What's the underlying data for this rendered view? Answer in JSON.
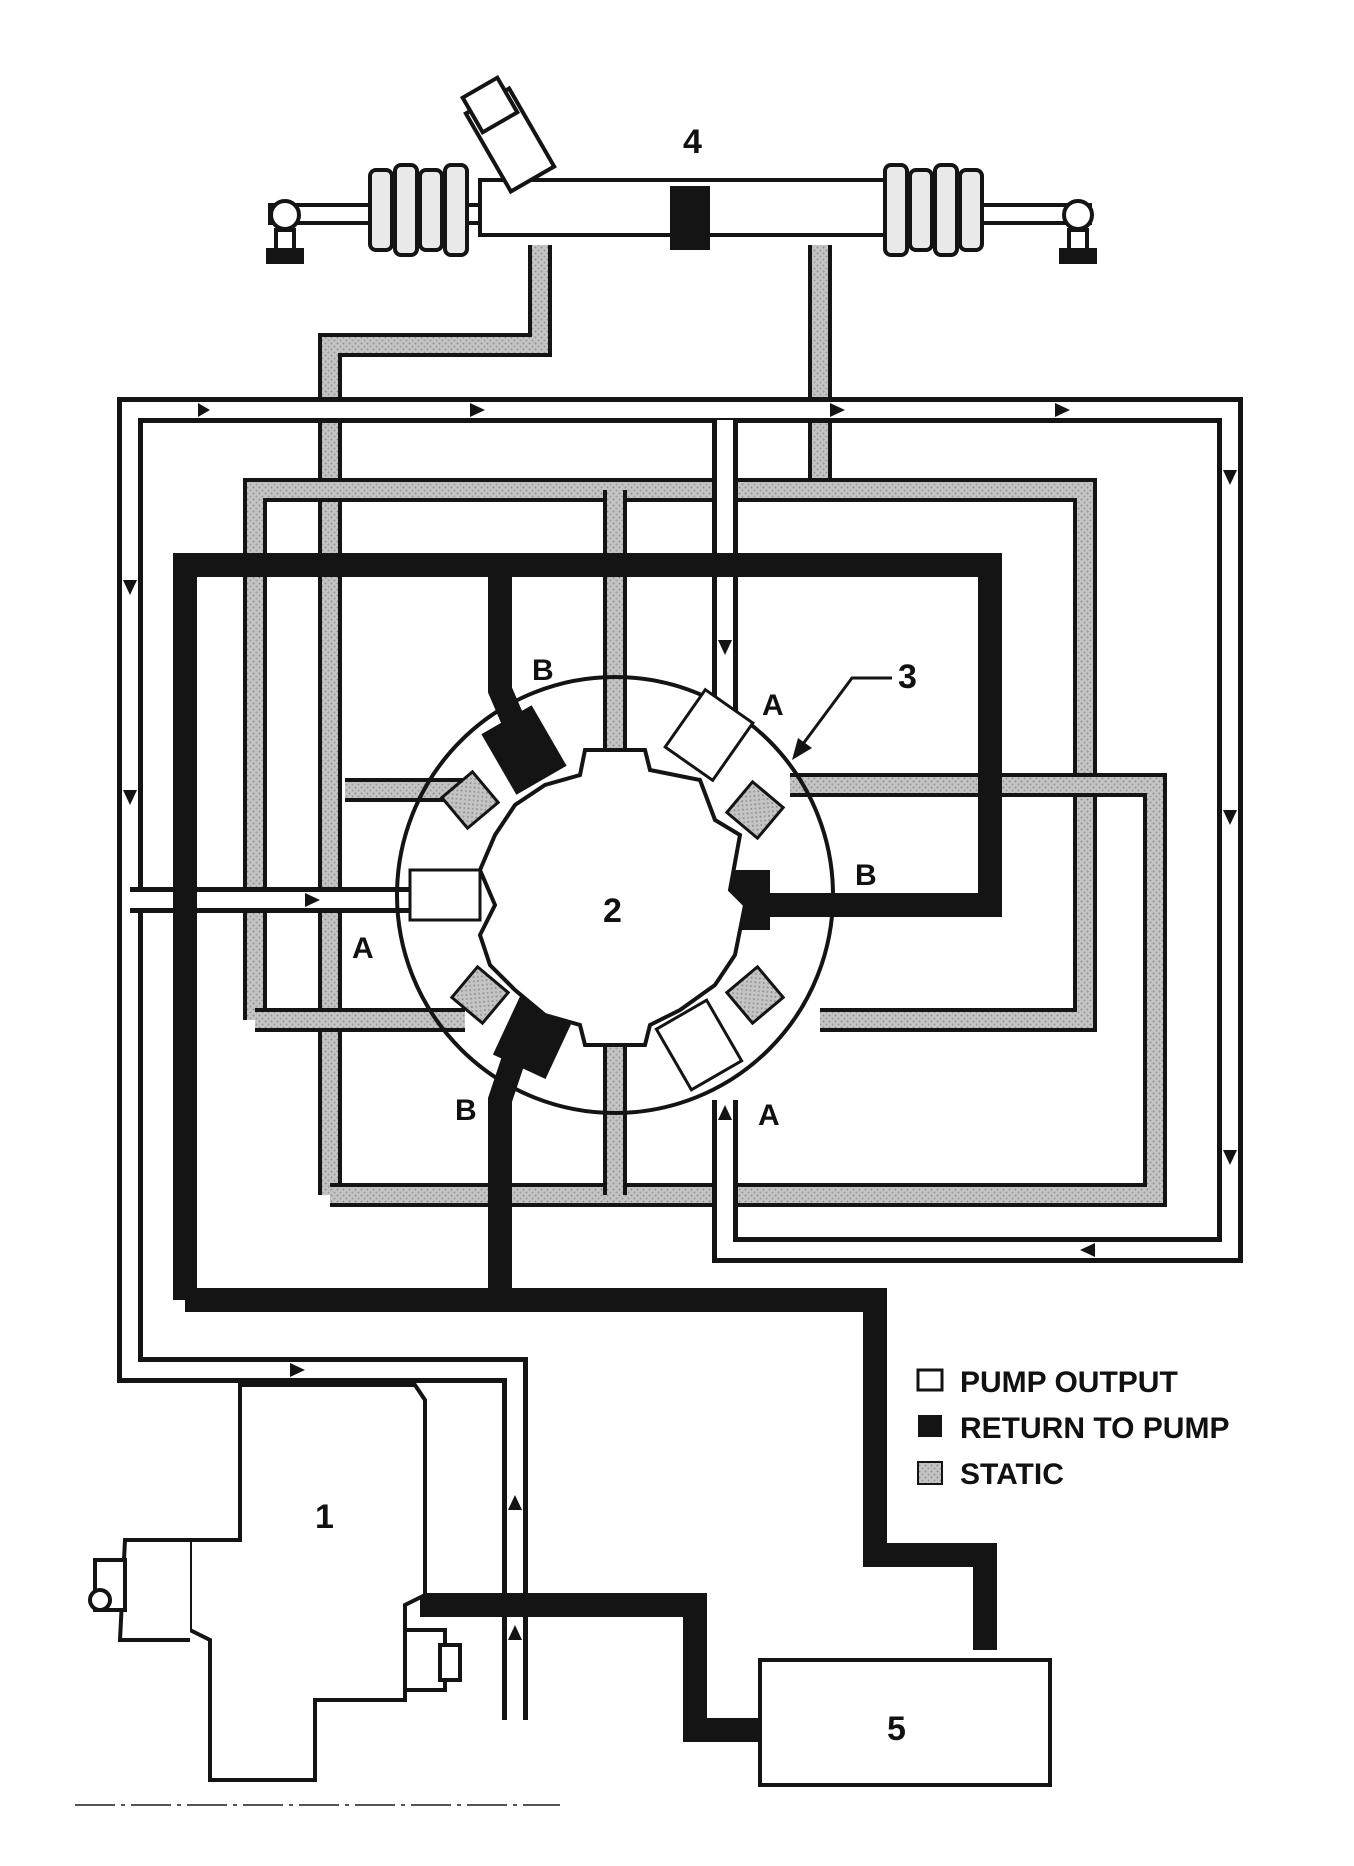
{
  "labels": {
    "pump": "1",
    "rotary_valve": "2",
    "valve_housing": "3",
    "steering_rack": "4",
    "reservoir": "5"
  },
  "ports": {
    "b_upper_left": "B",
    "a_upper_right": "A",
    "b_right": "B",
    "a_left": "A",
    "b_lower_left": "B",
    "a_lower_right": "A"
  },
  "legend": [
    {
      "key": "pump_output",
      "label": "PUMP OUTPUT",
      "fill": "#ffffff"
    },
    {
      "key": "return",
      "label": "RETURN TO PUMP",
      "fill": "#141414"
    },
    {
      "key": "static",
      "label": "STATIC",
      "fill": "#b5b5b5"
    }
  ],
  "colors": {
    "line": "#141414",
    "static": "#b5b5b5",
    "pump_output": "#ffffff",
    "return": "#141414"
  }
}
